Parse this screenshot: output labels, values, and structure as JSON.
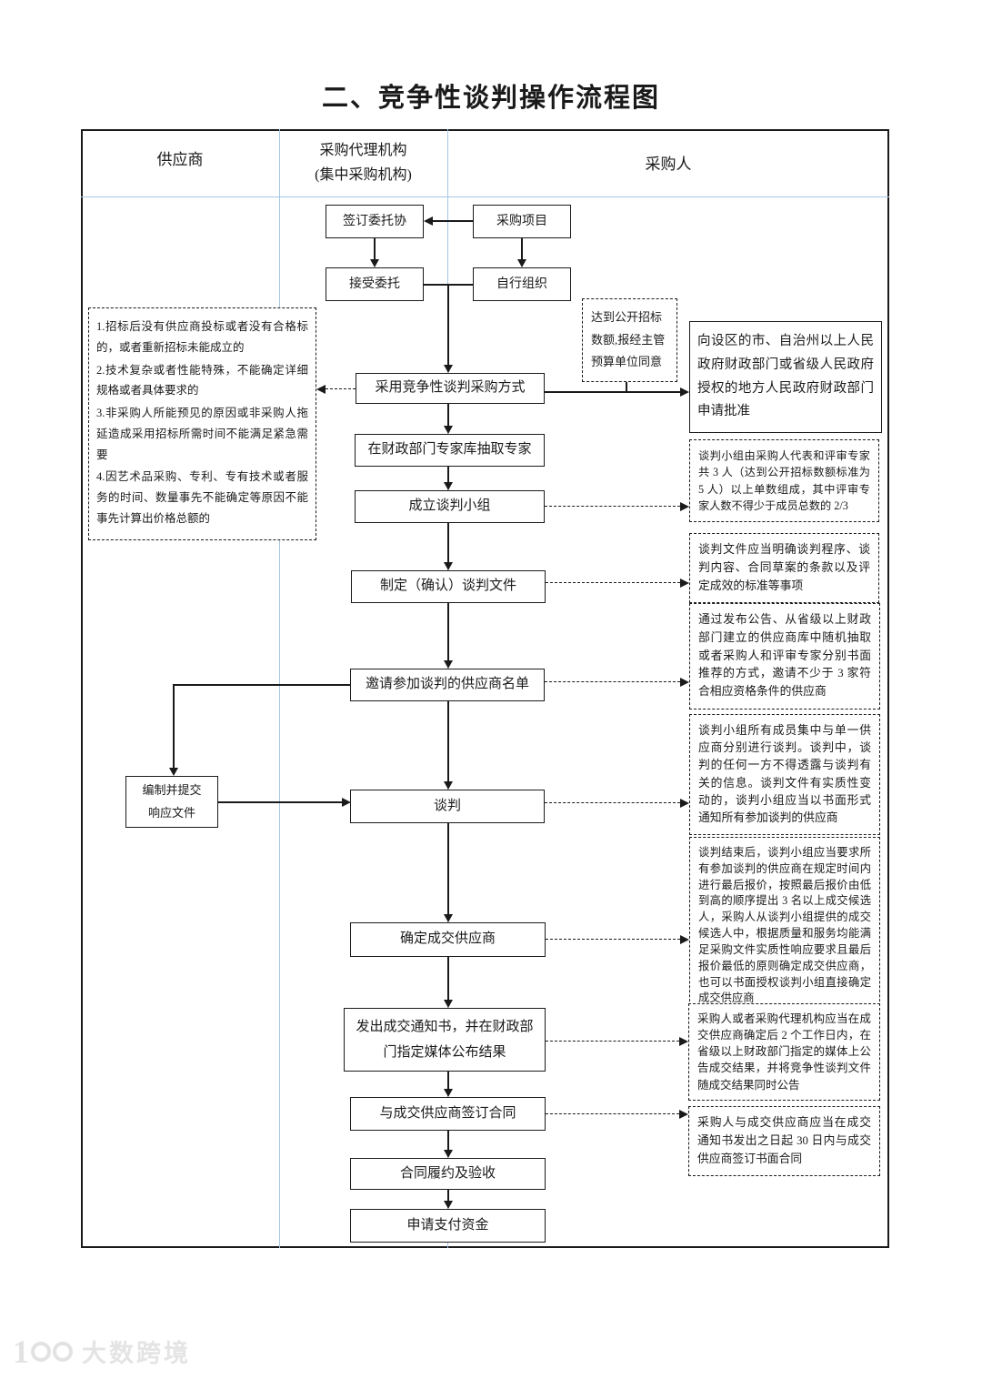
{
  "title": "二、竞争性谈判操作流程图",
  "lanes": {
    "supplier": "供应商",
    "agency_line1": "采购代理机构",
    "agency_line2": "(集中采购机构)",
    "purchaser": "采购人"
  },
  "nodes": {
    "sign_agreement": "签订委托协",
    "project": "采购项目",
    "accept_entrust": "接受委托",
    "self_organize": "自行组织",
    "adopt_method": "采用竞争性谈判采购方式",
    "draw_experts": "在财政部门专家库抽取专家",
    "form_group": "成立谈判小组",
    "make_docs": "制定（确认）谈判文件",
    "invite_list": "邀请参加谈判的供应商名单",
    "prepare_response": "编制并提交响应文件",
    "negotiate": "谈判",
    "determine_supplier": "确定成交供应商",
    "issue_notice": "发出成交通知书，并在财政部门指定媒体公布结果",
    "sign_contract": "与成交供应商签订合同",
    "perform_contract": "合同履约及验收",
    "apply_payment": "申请支付资金"
  },
  "annotations": {
    "reasons": {
      "items": [
        "1.招标后没有供应商投标或者没有合格标的，或者重新招标未能成立的",
        "2.技术复杂或者性能特殊，不能确定详细规格或者具体要求的",
        "3.非采购人所能预见的原因或非采购人拖延造成采用招标所需时间不能满足紧急需要",
        "4.因艺术品采购、专利、专有技术或者服务的时间、数量事先不能确定等原因不能事先计算出价格总额的"
      ]
    },
    "open_tender_threshold": "达到公开招标数额,报经主管预算单位同意",
    "approval": "向设区的市、自治州以上人民政府财政部门或省级人民政府授权的地方人民政府财政部门申请批准",
    "group_rule": "谈判小组由采购人代表和评审专家共 3 人（达到公开招标数额标准为 5 人）以上单数组成，其中评审专家人数不得少于成员总数的 2/3",
    "docs_rule": "谈判文件应当明确谈判程序、谈判内容、合同草案的条款以及评定成效的标准等事项",
    "invite_rule": "通过发布公告、从省级以上财政部门建立的供应商库中随机抽取或者采购人和评审专家分别书面推荐的方式，邀请不少于 3 家符合相应资格条件的供应商",
    "negotiate_rule": "谈判小组所有成员集中与单一供应商分别进行谈判。谈判中，谈判的任何一方不得透露与谈判有关的信息。谈判文件有实质性变动的，谈判小组应当以书面形式通知所有参加谈判的供应商",
    "final_quote_rule": "谈判结束后，谈判小组应当要求所有参加谈判的供应商在规定时间内进行最后报价，按照最后报价由低到高的顺序提出 3 名以上成交候选人，采购人从谈判小组提供的成交候选人中，根据质量和服务均能满足采购文件实质性响应要求且最后报价最低的原则确定成交供应商，也可以书面授权谈判小组直接确定成交供应商",
    "announce_rule": "采购人或者采购代理机构应当在成交供应商确定后 2 个工作日内，在省级以上财政部门指定的媒体上公告成交结果，并将竞争性谈判文件随成交结果同时公告",
    "contract_rule": "采购人与成交供应商应当在成交通知书发出之日起 30 日内与成交供应商签订书面合同"
  },
  "colors": {
    "lane_divider": "#a5c6e4",
    "line": "#1a1a1a"
  },
  "watermark": {
    "icon": "100",
    "text": "大数跨境"
  }
}
